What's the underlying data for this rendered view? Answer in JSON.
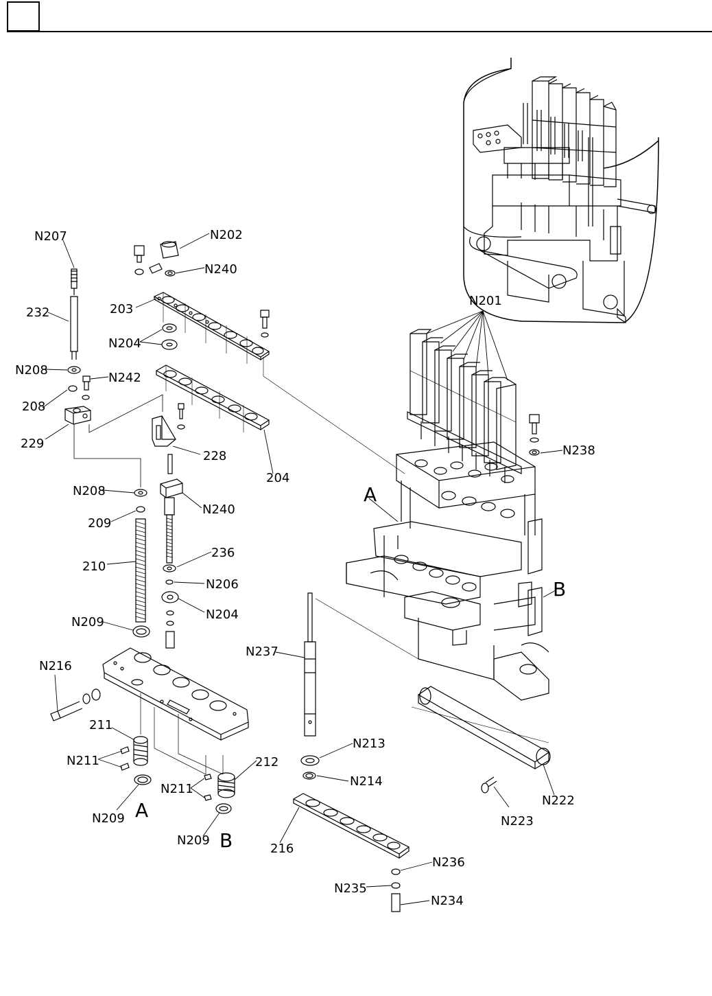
{
  "header": {
    "number_box": "",
    "title": ""
  },
  "callouts": [
    {
      "id": "c-n207",
      "text": "N207"
    },
    {
      "id": "c-232",
      "text": "232"
    },
    {
      "id": "c-n208a",
      "text": "N208"
    },
    {
      "id": "c-n242",
      "text": "N242"
    },
    {
      "id": "c-208",
      "text": "208"
    },
    {
      "id": "c-229",
      "text": "229"
    },
    {
      "id": "c-n202",
      "text": "N202"
    },
    {
      "id": "c-n240a",
      "text": "N240"
    },
    {
      "id": "c-203",
      "text": "203"
    },
    {
      "id": "c-n204a",
      "text": "N204"
    },
    {
      "id": "c-228",
      "text": "228"
    },
    {
      "id": "c-204",
      "text": "204"
    },
    {
      "id": "c-n208b",
      "text": "N208"
    },
    {
      "id": "c-209",
      "text": "209"
    },
    {
      "id": "c-n240b",
      "text": "N240"
    },
    {
      "id": "c-236",
      "text": "236"
    },
    {
      "id": "c-210",
      "text": "210"
    },
    {
      "id": "c-n206",
      "text": "N206"
    },
    {
      "id": "c-n204b",
      "text": "N204"
    },
    {
      "id": "c-n209a",
      "text": "N209"
    },
    {
      "id": "c-n216",
      "text": "N216"
    },
    {
      "id": "c-211",
      "text": "211"
    },
    {
      "id": "c-n211a",
      "text": "N211"
    },
    {
      "id": "c-n209b",
      "text": "N209"
    },
    {
      "id": "c-a1",
      "text": "A"
    },
    {
      "id": "c-212",
      "text": "212"
    },
    {
      "id": "c-n211b",
      "text": "N211"
    },
    {
      "id": "c-n209c",
      "text": "N209"
    },
    {
      "id": "c-b1",
      "text": "B"
    },
    {
      "id": "c-n201",
      "text": "N201"
    },
    {
      "id": "c-n238",
      "text": "N238"
    },
    {
      "id": "c-a2",
      "text": "A"
    },
    {
      "id": "c-b2",
      "text": "B"
    },
    {
      "id": "c-n237",
      "text": "N237"
    },
    {
      "id": "c-n213",
      "text": "N213"
    },
    {
      "id": "c-n214",
      "text": "N214"
    },
    {
      "id": "c-216",
      "text": "216"
    },
    {
      "id": "c-n236",
      "text": "N236"
    },
    {
      "id": "c-n235",
      "text": "N235"
    },
    {
      "id": "c-n234",
      "text": "N234"
    },
    {
      "id": "c-n222",
      "text": "N222"
    },
    {
      "id": "c-n223",
      "text": "N223"
    }
  ]
}
